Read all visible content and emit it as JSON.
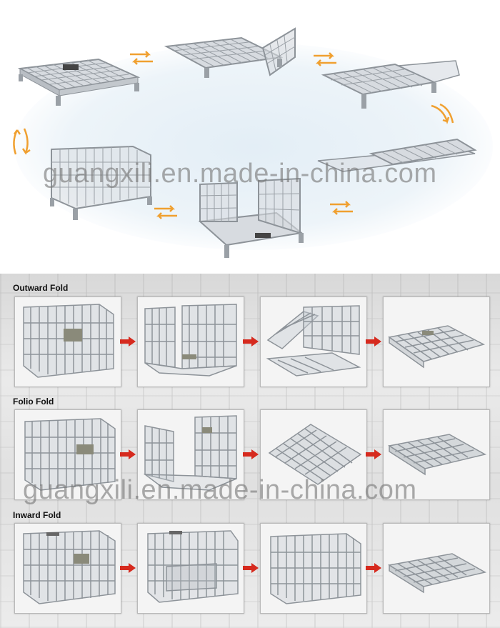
{
  "watermark": {
    "text_top": "guangxili.en.made-in-china.com",
    "text_bottom": "guangxili.en.made-in-china.com"
  },
  "sections": [
    {
      "title": "Outward Fold"
    },
    {
      "title": "Folio Fold"
    },
    {
      "title": "Inward Fold"
    }
  ],
  "colors": {
    "arrow_orange": "#f0a030",
    "arrow_red": "#d62a1e",
    "wire": "#8d9399"
  },
  "icons": {
    "cycle_arrow": "double-arrow-icon",
    "step_arrow": "right-arrow-icon"
  }
}
